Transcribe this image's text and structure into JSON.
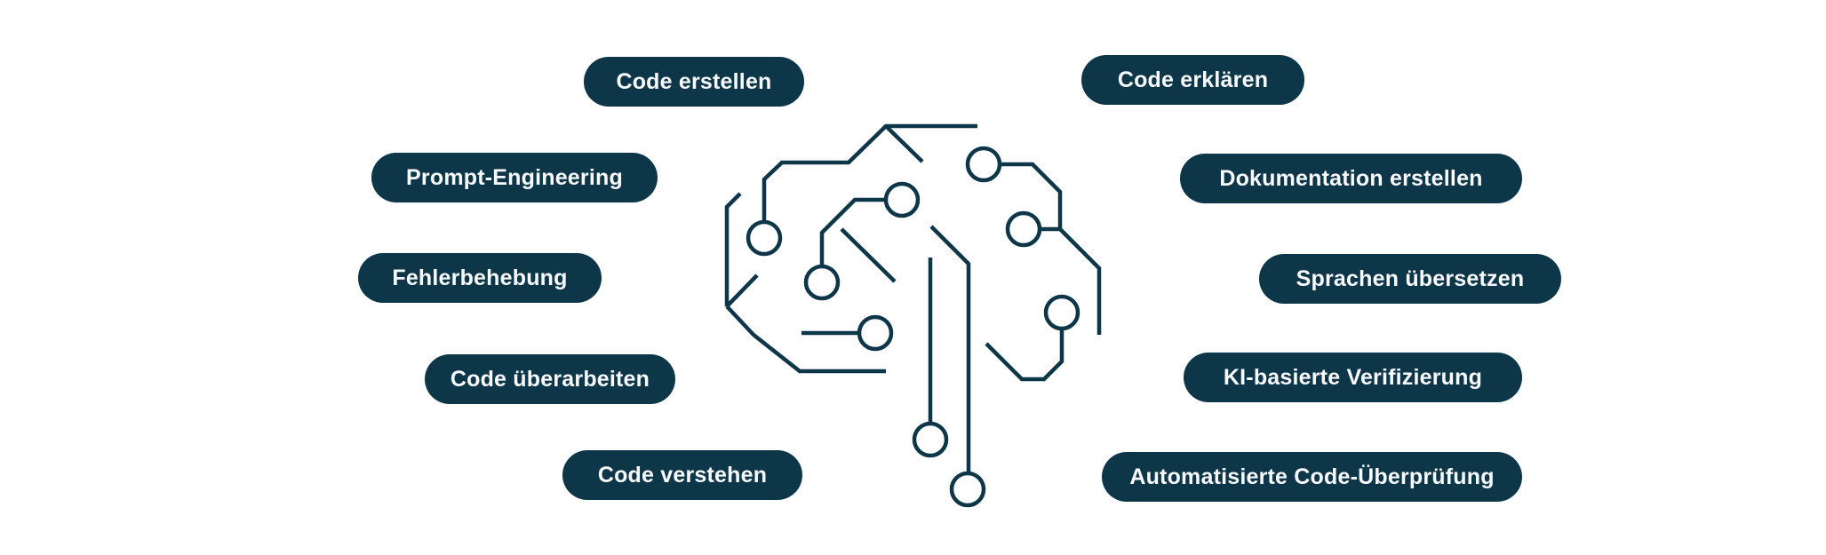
{
  "diagram": {
    "background_color": "#ffffff",
    "accent_color": "#0e3649",
    "text_color": "#f8fafb",
    "center_icon": "circuit-brain-icon",
    "left_labels": [
      "Code erstellen",
      "Prompt-Engineering",
      "Fehlerbehebung",
      "Code überarbeiten",
      "Code verstehen"
    ],
    "right_labels": [
      "Code erklären",
      "Dokumentation erstellen",
      "Sprachen übersetzen",
      "KI-basierte Verifizierung",
      "Automatisierte Code-Überprüfung"
    ]
  }
}
